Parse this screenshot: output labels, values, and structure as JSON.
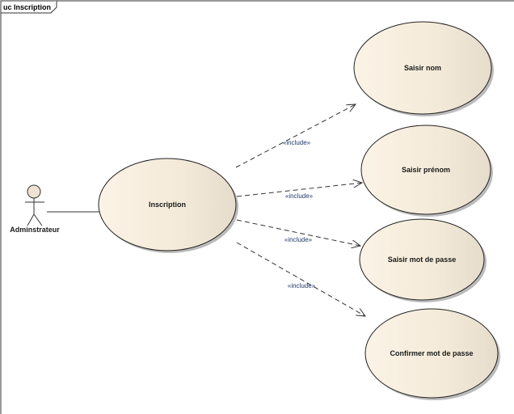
{
  "frame": {
    "title": "uc Inscription"
  },
  "actor": {
    "name": "Adminstrateur"
  },
  "use_cases": {
    "main": "Inscription",
    "included": [
      "Saisir nom",
      "Saisir prénom",
      "Saisir mot de passe",
      "Confirmer mot de passe"
    ]
  },
  "relations": {
    "include_label": "«include»"
  },
  "colors": {
    "usecase_light": "#fbf3e6",
    "usecase_dark": "#e6dccb",
    "stereotype_text": "#1f3a6a"
  }
}
